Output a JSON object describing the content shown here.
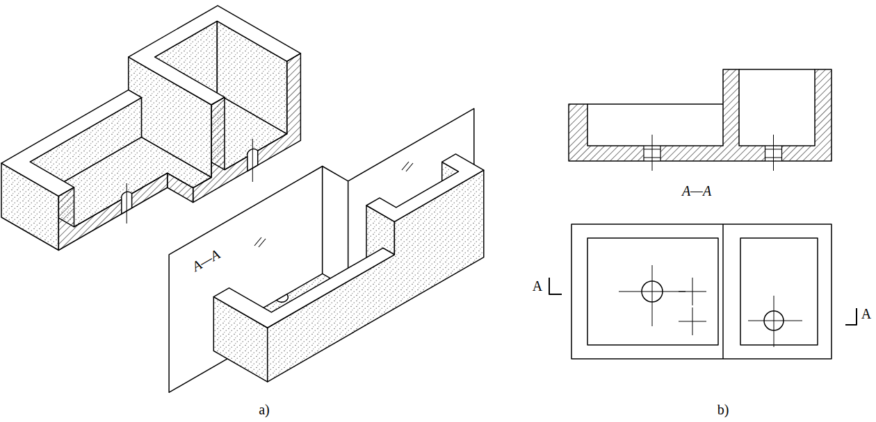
{
  "diagram": {
    "labels": [
      "A—A",
      "A—A",
      "A",
      "A",
      "a)",
      "b)"
    ]
  }
}
